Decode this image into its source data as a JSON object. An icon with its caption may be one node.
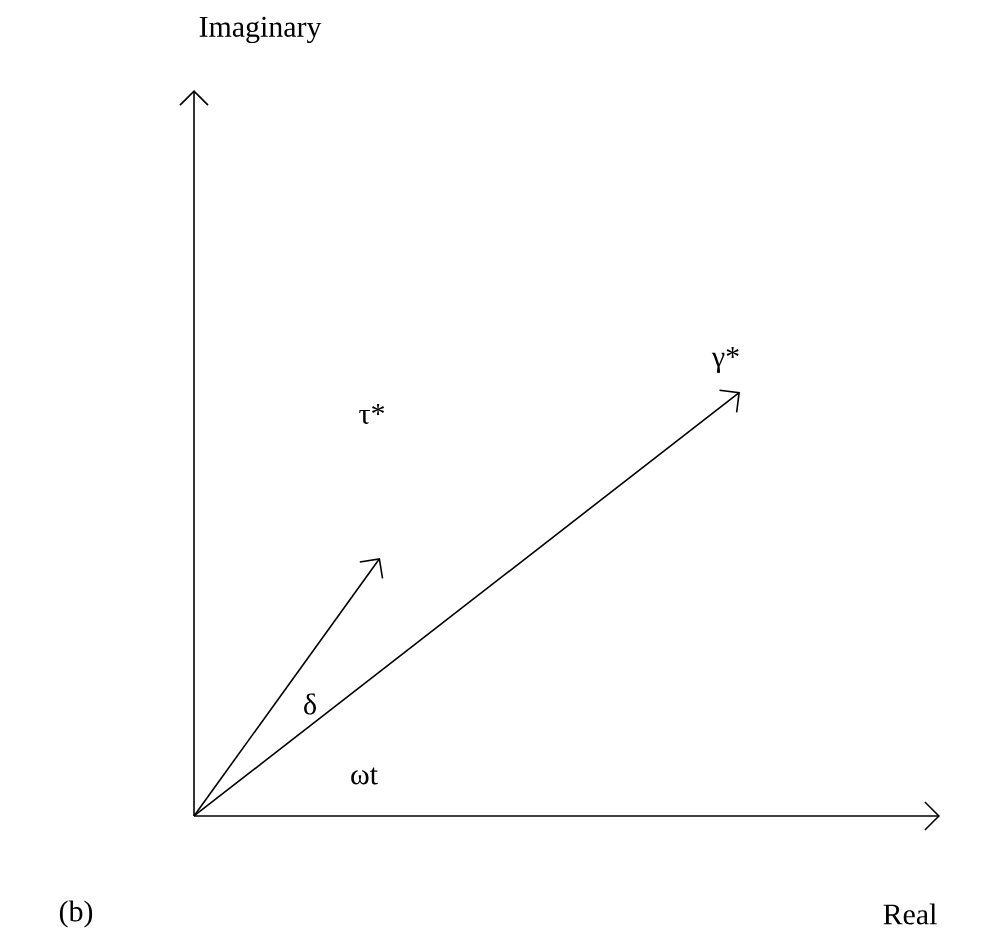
{
  "diagram": {
    "labels": [
      "Imaginary",
      "γ*",
      "τ*",
      "δ",
      "ωt",
      "(b)",
      "Real"
    ]
  }
}
